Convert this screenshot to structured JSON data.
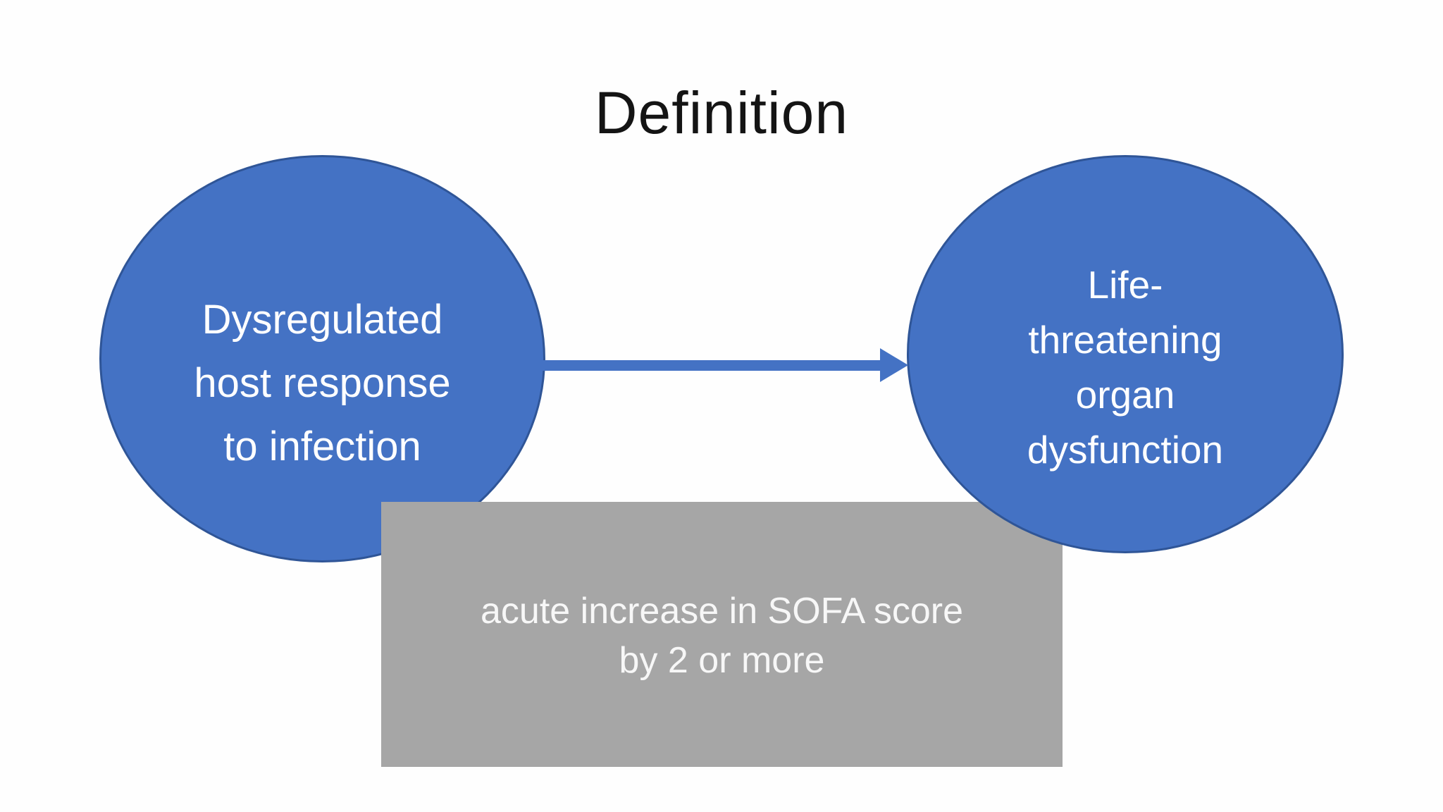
{
  "slide": {
    "title": "Definition",
    "left_circle": {
      "lines": [
        "Dysregulated",
        "host response",
        "to infection"
      ],
      "full_text": "Dysregulated host response to infection"
    },
    "right_circle": {
      "lines": [
        "Life-",
        "threatening",
        "organ",
        "dysfunction"
      ],
      "full_text": "Life-threatening organ dysfunction"
    },
    "criteria_box": {
      "lines": [
        "acute increase in SOFA score",
        "by 2 or more"
      ],
      "full_text": "acute increase in SOFA score by 2 or more"
    },
    "connector": {
      "icon": "right-arrow-icon",
      "direction": "right"
    },
    "colors": {
      "shape_fill_blue": "#4472C4",
      "shape_border_blue": "#2F5597",
      "box_fill_gray": "#A6A6A6",
      "shape_text": "#FFFFFF",
      "title_text": "#141414",
      "background": "#FEFEFE"
    }
  }
}
